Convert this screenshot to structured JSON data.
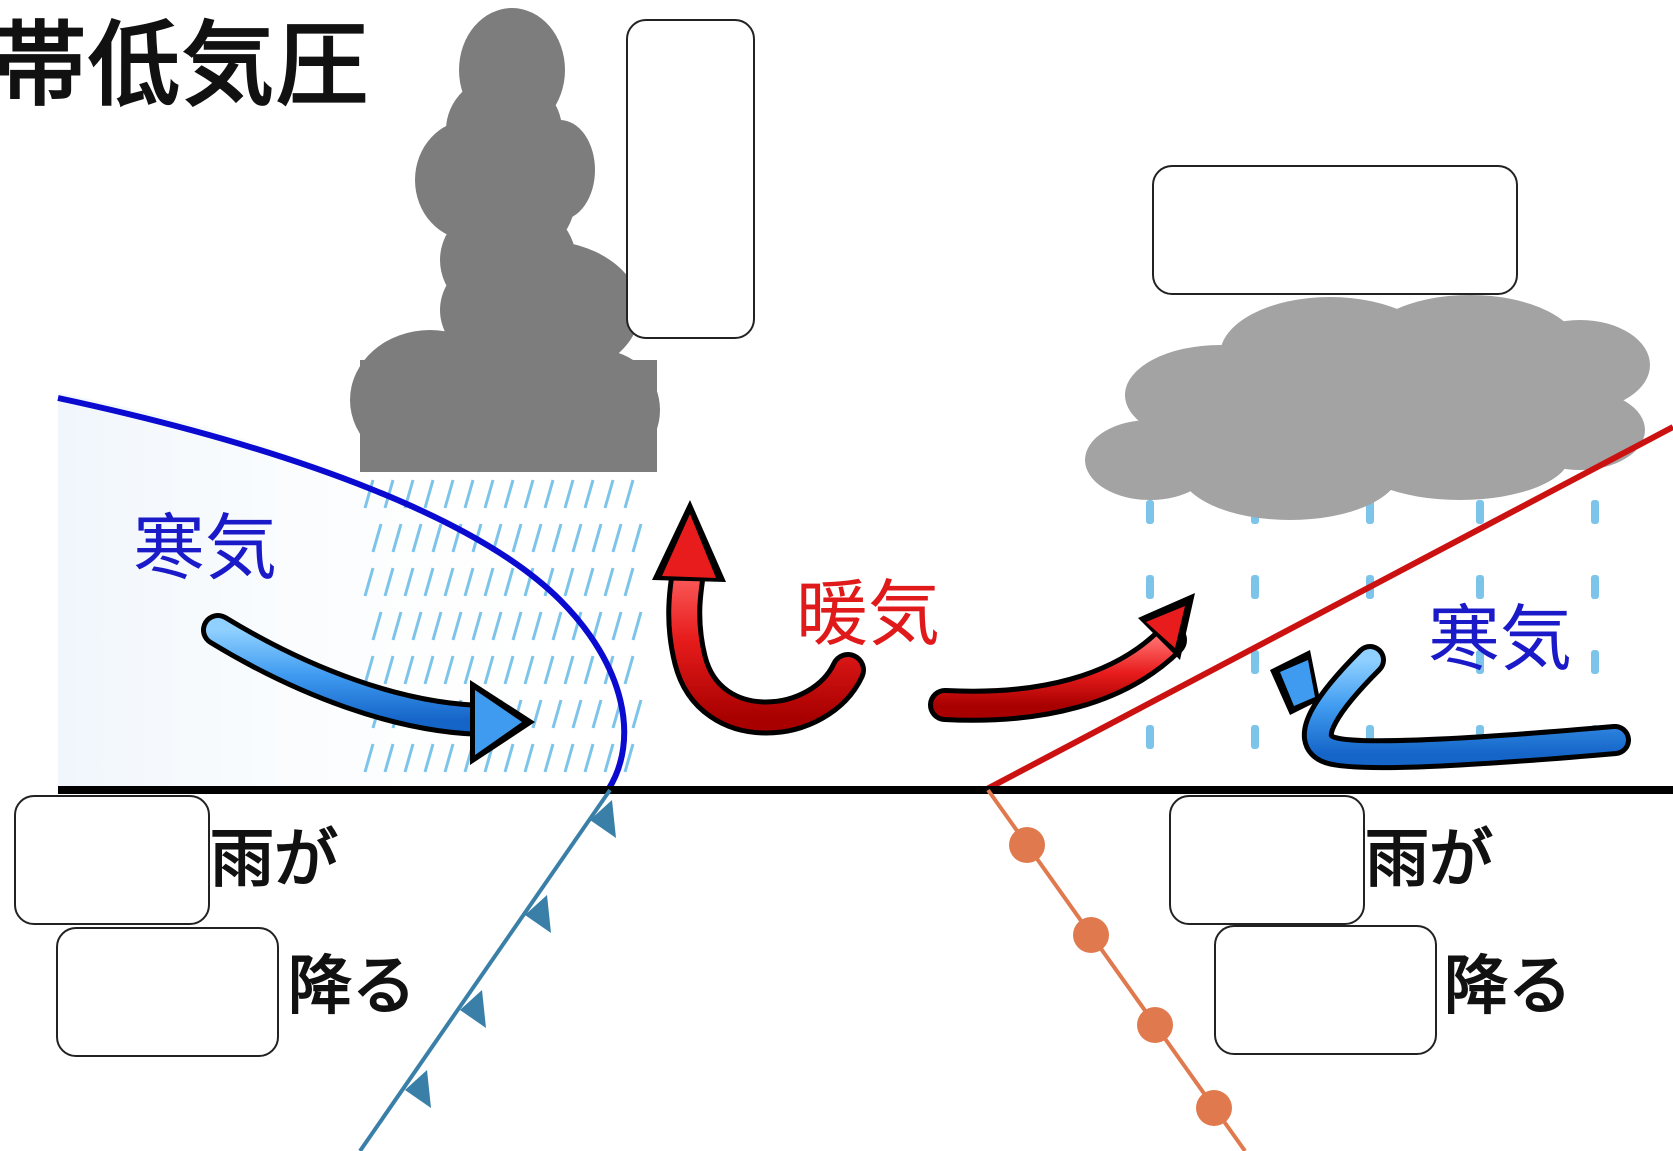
{
  "title": "帯低気圧",
  "air_masses": {
    "cold_left": "寒気",
    "warm": "暖気",
    "cold_right": "寒気"
  },
  "rain": {
    "left_line1": "雨が",
    "left_line2": "降る",
    "right_line1": "雨が",
    "right_line2": "降る"
  },
  "colors": {
    "cold_air_text": "#1a1ac8",
    "warm_air_text": "#e01a1a",
    "cold_front_line": "#0a0ad0",
    "cold_front_symbol": "#3a7fa8",
    "warm_front_line": "#cc1111",
    "warm_front_symbol": "#e07a4e",
    "cumulonimbus": "#7d7d7d",
    "nimbostratus": "#a3a3a3",
    "rain": "#7cc4ea",
    "cold_arrow": "#3f9bf0",
    "warm_arrow": "#e81c1c",
    "ground": "#000000"
  },
  "icons": {
    "cumulonimbus": "cumulonimbus-cloud-icon",
    "nimbostratus": "nimbostratus-cloud-icon"
  }
}
